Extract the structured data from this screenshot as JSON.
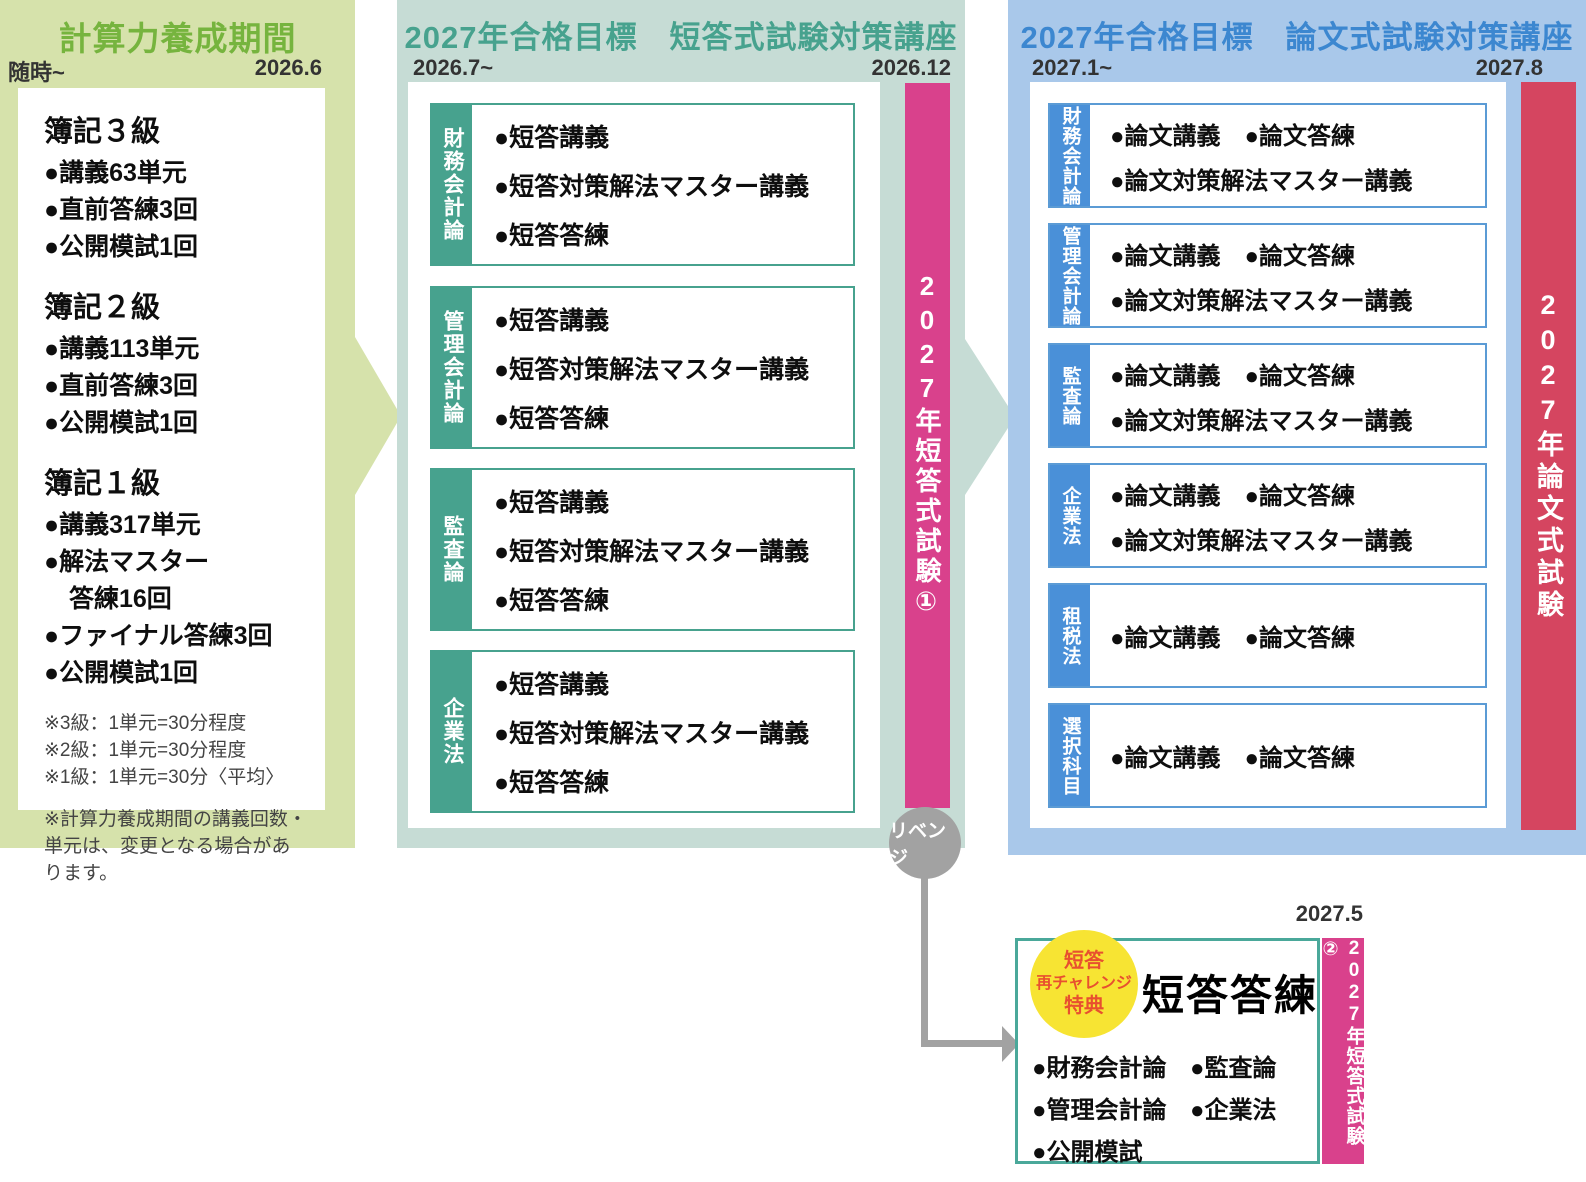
{
  "colors": {
    "left_bg": "#d6e2ab",
    "left_title": "#76b43e",
    "mid_bg": "#c6dcd5",
    "mid_accent": "#47a28e",
    "right_bg": "#a9c8ea",
    "right_accent": "#4a90d8",
    "pink_bar": "#d9418c",
    "red_bar": "#d54560",
    "gray": "#a2a2a2",
    "yellow": "#f7e433",
    "badge_text": "#e8502f"
  },
  "panels": {
    "left": {
      "title": "計算力養成期間",
      "date_start": "随時~",
      "date_end": "2026.6",
      "sections": [
        {
          "heading": "簿記３級",
          "items": [
            "●講義63単元",
            "●直前答練3回",
            "●公開模試1回"
          ]
        },
        {
          "heading": "簿記２級",
          "items": [
            "●講義113単元",
            "●直前答練3回",
            "●公開模試1回"
          ]
        },
        {
          "heading": "簿記１級",
          "items": [
            "●講義317単元",
            "●解法マスター",
            "　答練16回",
            "●ファイナル答練3回",
            "●公開模試1回"
          ]
        }
      ],
      "notes": [
        "※3級：1単元=30分程度",
        "※2級：1単元=30分程度",
        "※1級：1単元=30分〈平均〉"
      ],
      "footnote": "※計算力養成期間の講義回数・単元は、変更となる場合があります。"
    },
    "middle": {
      "title": "2027年合格目標　短答式試験対策講座",
      "date_start": "2026.7~",
      "date_end": "2026.12",
      "blocks": [
        {
          "label": "財務会計論",
          "items": [
            "●短答講義",
            "●短答対策解法マスター講義",
            "●短答答練"
          ]
        },
        {
          "label": "管理会計論",
          "items": [
            "●短答講義",
            "●短答対策解法マスター講義",
            "●短答答練"
          ]
        },
        {
          "label": "監査論",
          "items": [
            "●短答講義",
            "●短答対策解法マスター講義",
            "●短答答練"
          ]
        },
        {
          "label": "企業法",
          "items": [
            "●短答講義",
            "●短答対策解法マスター講義",
            "●短答答練"
          ]
        }
      ],
      "exam_bar": "2027年短答式試験①"
    },
    "right": {
      "title": "2027年合格目標　論文式試験対策講座",
      "date_start": "2027.1~",
      "date_end": "2027.8",
      "blocks": [
        {
          "label": "財務会計論",
          "items": [
            "●論文講義　●論文答練",
            "●論文対策解法マスター講義"
          ]
        },
        {
          "label": "管理会計論",
          "items": [
            "●論文講義　●論文答練",
            "●論文対策解法マスター講義"
          ]
        },
        {
          "label": "監査論",
          "items": [
            "●論文講義　●論文答練",
            "●論文対策解法マスター講義"
          ]
        },
        {
          "label": "企業法",
          "items": [
            "●論文講義　●論文答練",
            "●論文対策解法マスター講義"
          ]
        },
        {
          "label": "租税法",
          "items": [
            "●論文講義　●論文答練"
          ]
        },
        {
          "label": "選択科目",
          "items": [
            "●論文講義　●論文答練"
          ]
        }
      ],
      "exam_bar": "2027年論文式試験"
    }
  },
  "revenge_badge": "リベンジ",
  "retry_box": {
    "date": "2027.5",
    "badge_lines": [
      "短答",
      "再チャレンジ",
      "特典"
    ],
    "title": "短答答練",
    "items": [
      "●財務会計論",
      "●監査論",
      "●管理会計論",
      "●企業法",
      "●公開模試"
    ],
    "exam_bar": "2027年短答式試験②"
  }
}
